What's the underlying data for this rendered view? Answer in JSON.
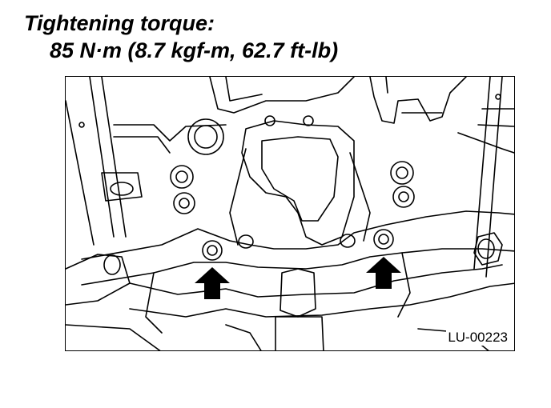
{
  "heading": {
    "line1": "Tightening torque:",
    "line2": "85 N·m (8.7 kgf-m, 62.7 ft-lb)"
  },
  "figure": {
    "code": "LU-00223",
    "callouts": [
      "arrow-left-bolt",
      "arrow-right-bolt"
    ]
  }
}
